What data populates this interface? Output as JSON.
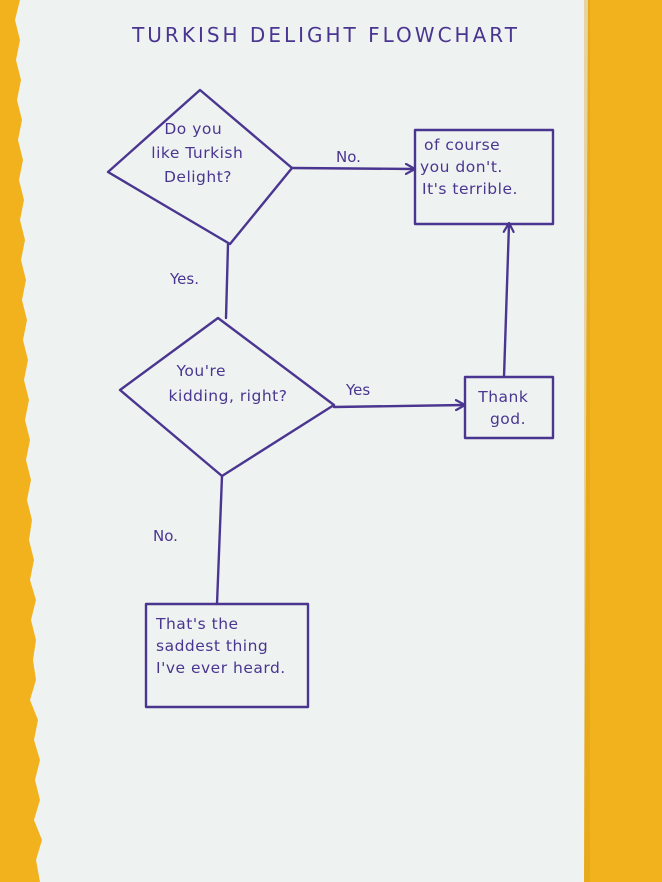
{
  "title": "TURKISH DELIGHT FLOWCHART",
  "nodes": {
    "q1": {
      "lines": [
        "Do you",
        "like Turkish",
        "Delight?"
      ]
    },
    "q2": {
      "lines": [
        "You're",
        "kidding, right?"
      ]
    },
    "r_course": {
      "lines": [
        "of course",
        "you don't.",
        "It's terrible."
      ]
    },
    "r_thank": {
      "lines": [
        "Thank",
        "god."
      ]
    },
    "r_sad": {
      "lines": [
        "That's the",
        "saddest thing",
        "I've ever heard."
      ]
    }
  },
  "edges": {
    "q1_no": "No.",
    "q1_yes": "Yes.",
    "q2_yes": "Yes",
    "q2_no": "No."
  },
  "colors": {
    "ink": "#4a3590",
    "paper": "#eef3f1",
    "background": "#f2b21e"
  }
}
